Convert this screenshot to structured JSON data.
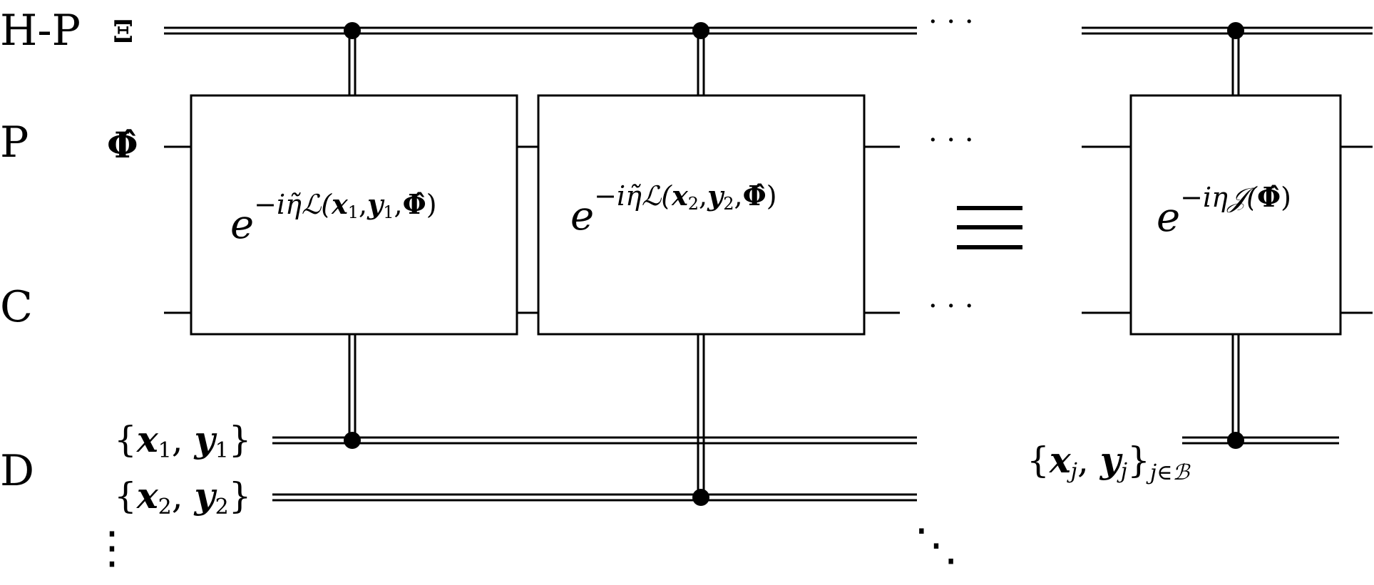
{
  "rows": {
    "hp": "H-P",
    "p": "P",
    "c": "C",
    "d": "D"
  },
  "wire_labels": {
    "xi": "Ξ",
    "phi": "Φ̂",
    "data1": {
      "open": "{",
      "x": "x",
      "x_sub": "1",
      "comma": ", ",
      "y": "y",
      "y_sub": "1",
      "close": "}"
    },
    "data2": {
      "open": "{",
      "x": "x",
      "x_sub": "2",
      "comma": ", ",
      "y": "y",
      "y_sub": "2",
      "close": "}"
    },
    "dataj": {
      "open": "{",
      "x": "x",
      "x_sub": "j",
      "comma": ", ",
      "y": "y",
      "y_sub": "j",
      "close": "}",
      "subscript": "j∈ℬ"
    }
  },
  "gates": {
    "gate1": {
      "base": "e",
      "exp_prefix": "−iη̃ℒ(",
      "x": "x",
      "x_sub": "1",
      "comma1": ",",
      "y": "y",
      "y_sub": "1",
      "comma2": ",",
      "phi": "Φ̂",
      "close": ")"
    },
    "gate2": {
      "base": "e",
      "exp_prefix": "−iη̃ℒ(",
      "x": "x",
      "x_sub": "2",
      "comma1": ",",
      "y": "y",
      "y_sub": "2",
      "comma2": ",",
      "phi": "Φ̂",
      "close": ")"
    },
    "gate_total": {
      "base": "e",
      "exp_prefix": "−iη𝒥(",
      "phi": "Φ̂",
      "close": ")"
    }
  },
  "ellipsis": {
    "h": "· · ·",
    "v": "⋮",
    "diag": "⋱"
  }
}
